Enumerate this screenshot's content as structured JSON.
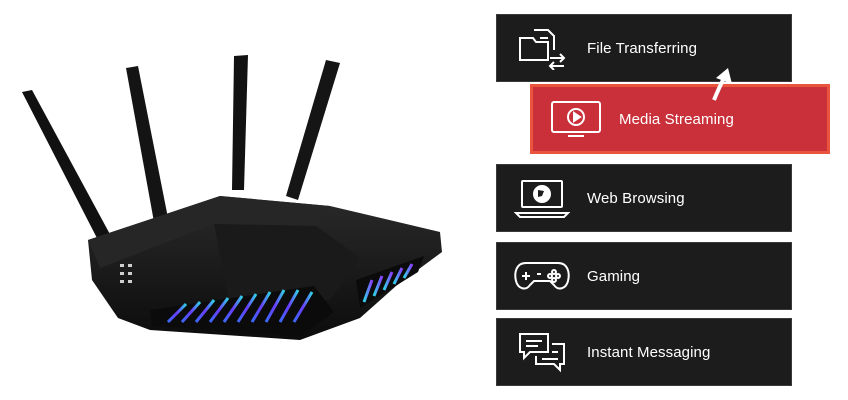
{
  "items": [
    {
      "label": "File Transferring",
      "icon": "file-transfer-icon"
    },
    {
      "label": "Media Streaming",
      "icon": "media-play-icon",
      "highlighted": true
    },
    {
      "label": "Web Browsing",
      "icon": "web-browsing-icon"
    },
    {
      "label": "Gaming",
      "icon": "gamepad-icon"
    },
    {
      "label": "Instant Messaging",
      "icon": "chat-bubbles-icon"
    }
  ],
  "colors": {
    "panel_bg": "#1c1c1c",
    "highlight_bg": "#c9303a",
    "highlight_border": "#e8553c",
    "text": "#ffffff"
  }
}
